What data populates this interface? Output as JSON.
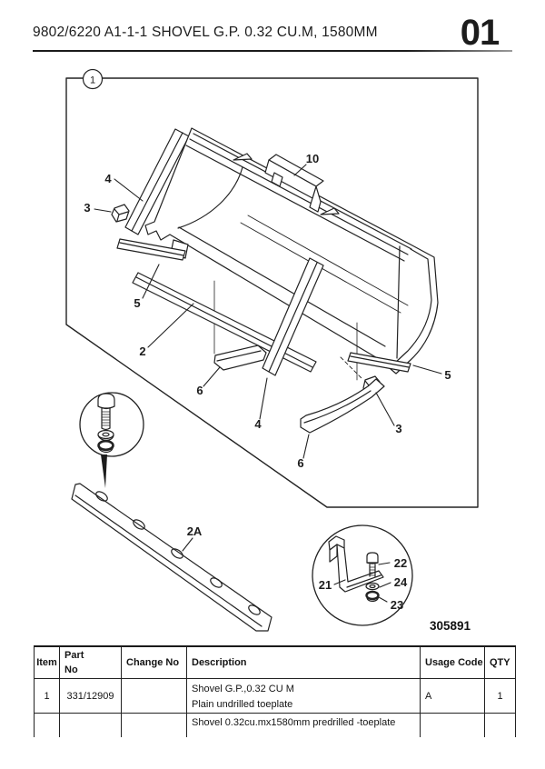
{
  "page": {
    "title": "9802/6220 A1-1-1 SHOVEL G.P. 0.32 CU.M, 1580MM",
    "page_number": "01"
  },
  "figure": {
    "figure_ref": "1",
    "drawing_number": "305891",
    "callouts": {
      "c4_left": "4",
      "c3_left": "3",
      "c10": "10",
      "c5_left": "5",
      "c2": "2",
      "c6_left": "6",
      "c4_mid": "4",
      "c6_right": "6",
      "c3_right": "3",
      "c5_right": "5",
      "c2a": "2A",
      "c21": "21",
      "c22": "22",
      "c24": "24",
      "c23": "23"
    }
  },
  "table": {
    "headers": {
      "item": "Item",
      "part_line1": "Part",
      "part_line2": "No",
      "change": "Change No",
      "description": "Description",
      "usage": "Usage Code",
      "qty": "QTY"
    },
    "rows": [
      {
        "item": "1",
        "part": "331/12909",
        "change": "",
        "desc1": "Shovel G.P.,0.32 CU M",
        "desc2": "Plain undrilled toeplate",
        "usage": "A",
        "qty": "1"
      },
      {
        "item": "",
        "part": "",
        "change": "",
        "desc1": "Shovel 0.32cu.mx1580mm predrilled -toeplate",
        "desc2": "",
        "usage": "",
        "qty": ""
      }
    ]
  }
}
